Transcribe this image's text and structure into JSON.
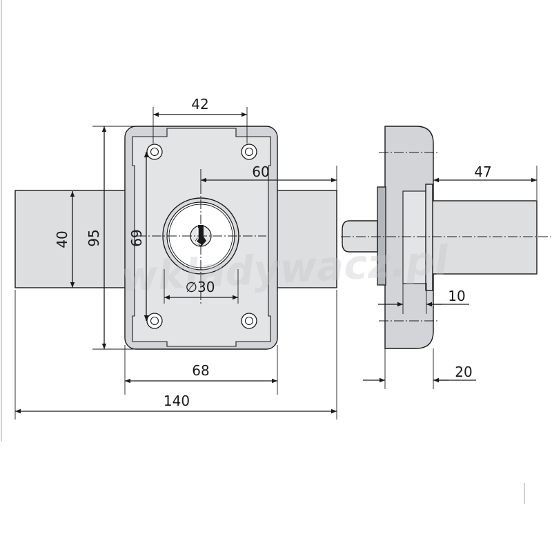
{
  "dimensions": {
    "d42": "42",
    "d60": "60",
    "d40": "40",
    "d95": "95",
    "d69": "69",
    "d30": "∅30",
    "d68": "68",
    "d140": "140",
    "d47": "47",
    "d10": "10",
    "d20": "20"
  },
  "watermark": "wkladywacz.pl",
  "colors": {
    "body": "#d2d4d7",
    "line": "#1a1a1a",
    "background": "#ffffff"
  }
}
